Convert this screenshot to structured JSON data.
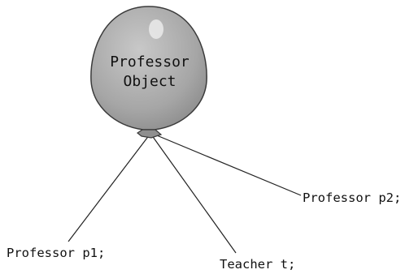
{
  "balloon": {
    "label_line1": "Professor",
    "label_line2": "Object",
    "fill_color": "#a8a8a8",
    "stroke_color": "#3a3a3a",
    "highlight_color": "#e6e6e6"
  },
  "references": [
    {
      "id": "p1",
      "label": "Professor p1;"
    },
    {
      "id": "t",
      "label": "Teacher t;"
    },
    {
      "id": "p2",
      "label": "Professor p2;"
    }
  ],
  "line_color": "#222222"
}
